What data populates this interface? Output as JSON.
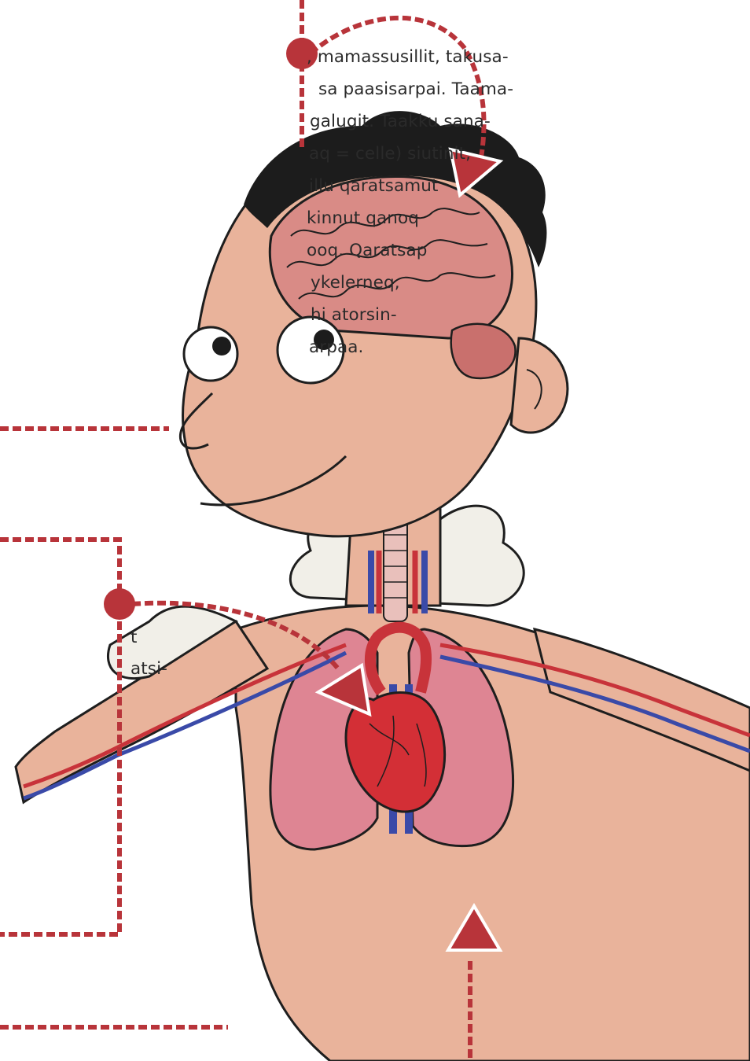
{
  "brain_text": {
    "lines": [
      ", mamassusillit, takusa-",
      "sa paasisarpai. Taama-",
      "galugit. Taakku sana-",
      "aq = celle) siutinit,",
      "illu qaratsamut",
      "kinnut qanoq",
      "ooq. Qaratsap",
      "ykelerneq,",
      "hi atorsin-",
      "arpaa."
    ]
  },
  "heart_text": {
    "lines": [
      "t",
      "atsi-"
    ]
  },
  "colors": {
    "callout_red": "#b8343a",
    "skin": "#e9b39b",
    "brain": "#d98b86",
    "lung": "#de8593",
    "heart": "#d32f36",
    "artery": "#c8333a",
    "vein": "#3a4aa8",
    "hair": "#1c1c1c",
    "outline": "#1e1e1e",
    "shirt": "#f1efe8"
  },
  "icons": {
    "brain_arrow": "arrow-down-icon",
    "heart_arrow": "arrow-down-icon",
    "lung_arrow": "arrow-up-icon",
    "callout_dot": "dot-icon"
  }
}
